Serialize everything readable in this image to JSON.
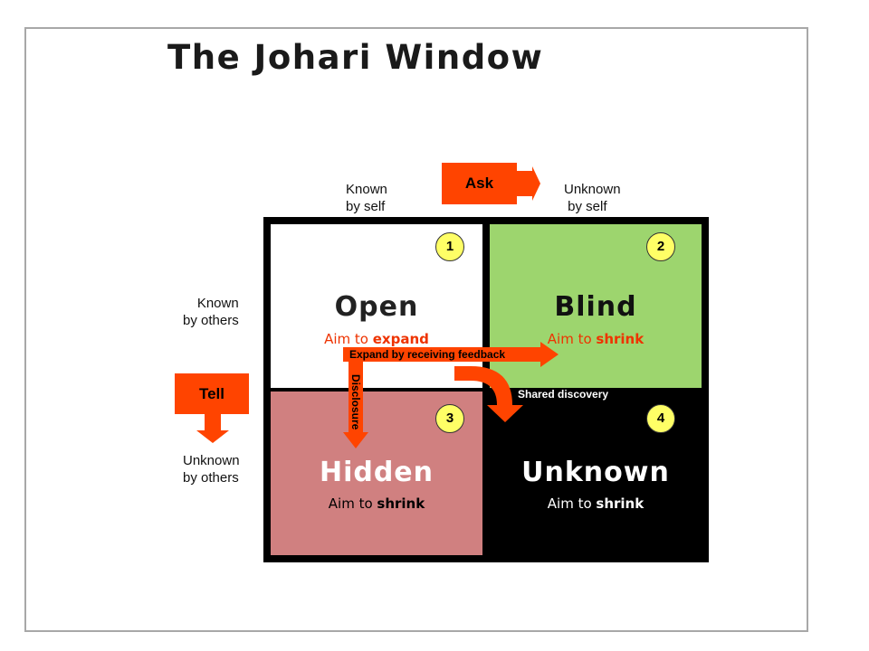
{
  "title": "The Johari Window",
  "axes": {
    "known_by_self": "Known\nby self",
    "unknown_by_self": "Unknown\n by self",
    "known_by_others": "Known\nby others",
    "unknown_by_others": "Unknown\nby others"
  },
  "actions": {
    "ask": "Ask",
    "tell": "Tell",
    "feedback": "Expand by receiving feedback",
    "disclosure": "Disclosure",
    "shared": "Shared discovery"
  },
  "quadrants": [
    {
      "number": "1",
      "name": "Open",
      "aim_prefix": "Aim to ",
      "aim_word": "expand"
    },
    {
      "number": "2",
      "name": "Blind",
      "aim_prefix": "Aim to ",
      "aim_word": "shrink"
    },
    {
      "number": "3",
      "name": "Hidden",
      "aim_prefix": "Aim to ",
      "aim_word": "shrink"
    },
    {
      "number": "4",
      "name": "Unknown",
      "aim_prefix": "Aim to ",
      "aim_word": "shrink"
    }
  ],
  "colors": {
    "arrow": "#ff4400",
    "open": "#ffffff",
    "blind": "#9dd56e",
    "hidden": "#d08080",
    "unknown": "#000000",
    "badge": "#ffff66"
  }
}
